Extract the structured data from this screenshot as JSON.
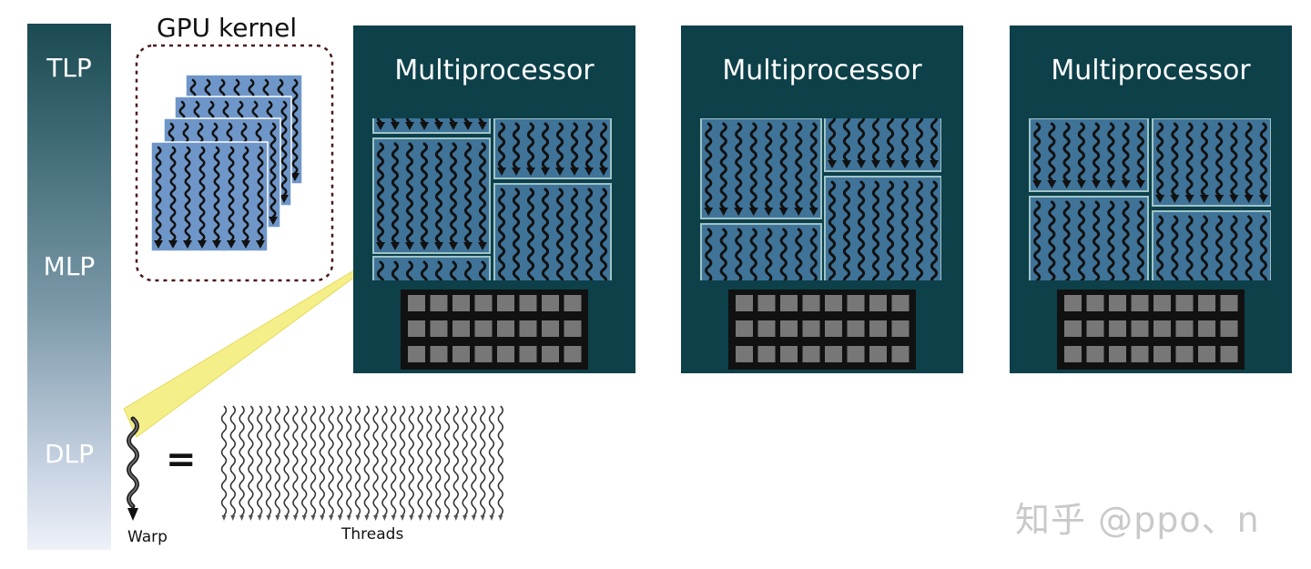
{
  "levels": [
    {
      "label": "TLP"
    },
    {
      "label": "MLP"
    },
    {
      "label": "DLP"
    }
  ],
  "kernel": {
    "title": "GPU kernel"
  },
  "multiprocessors": [
    {
      "title": "Multiprocessor"
    },
    {
      "title": "Multiprocessor"
    },
    {
      "title": "Multiprocessor"
    }
  ],
  "warp": {
    "label": "Warp",
    "equals": "="
  },
  "threads": {
    "label": "Threads"
  },
  "watermark": {
    "text": "知乎 @ppo、n"
  },
  "colors": {
    "mp_bg": "#0d4049",
    "block_fill": "#3f7398",
    "block_border": "#9fc4c8",
    "kernel_block": "#6f96c8",
    "register_bg": "#111111",
    "register_cell": "#777777",
    "highlight": "#f5ef8a",
    "thread_stroke": "#111111"
  }
}
